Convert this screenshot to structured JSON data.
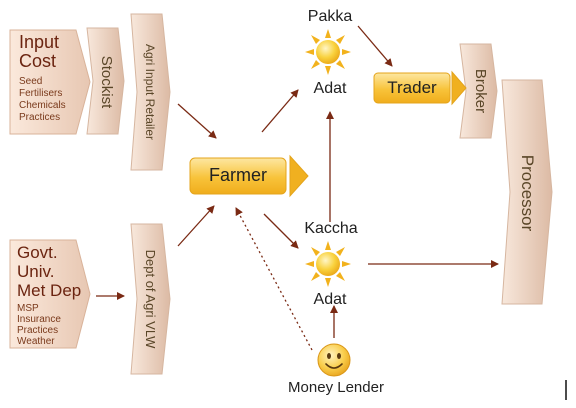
{
  "colors": {
    "box_fill": "#f2ddd0",
    "box_text": "#6b2410",
    "chevron_text": "#5a4628",
    "chip_fill": "#f7c024",
    "chip_arrow": "#f0b020",
    "sun": "#f6c020",
    "arrow": "#7a2a14",
    "dotted": "#7a2a14"
  },
  "inputs_box": {
    "title_line1": "Input",
    "title_line2": "Cost",
    "items": [
      "Seed",
      "Fertilisers",
      "Chemicals",
      "Practices"
    ]
  },
  "govt_box": {
    "lines": [
      "Govt.",
      "Univ.",
      "Met Dep"
    ],
    "items": [
      "MSP",
      "Insurance",
      "Practices",
      "Weather"
    ]
  },
  "stockist": {
    "label": "Stockist"
  },
  "retailer": {
    "label": "Agri Input Retailer"
  },
  "vlw": {
    "label": "Dept of Agri VLW"
  },
  "farmer": {
    "label": "Farmer"
  },
  "trader": {
    "label": "Trader"
  },
  "broker": {
    "label": "Broker"
  },
  "processor": {
    "label": "Processor"
  },
  "pakka": {
    "top": "Pakka",
    "bottom": "Adat",
    "icon": "sun-icon"
  },
  "kaccha": {
    "top": "Kaccha",
    "bottom": "Adat",
    "icon": "sun-icon"
  },
  "money_lender": {
    "label": "Money Lender",
    "icon": "smiley-icon"
  }
}
